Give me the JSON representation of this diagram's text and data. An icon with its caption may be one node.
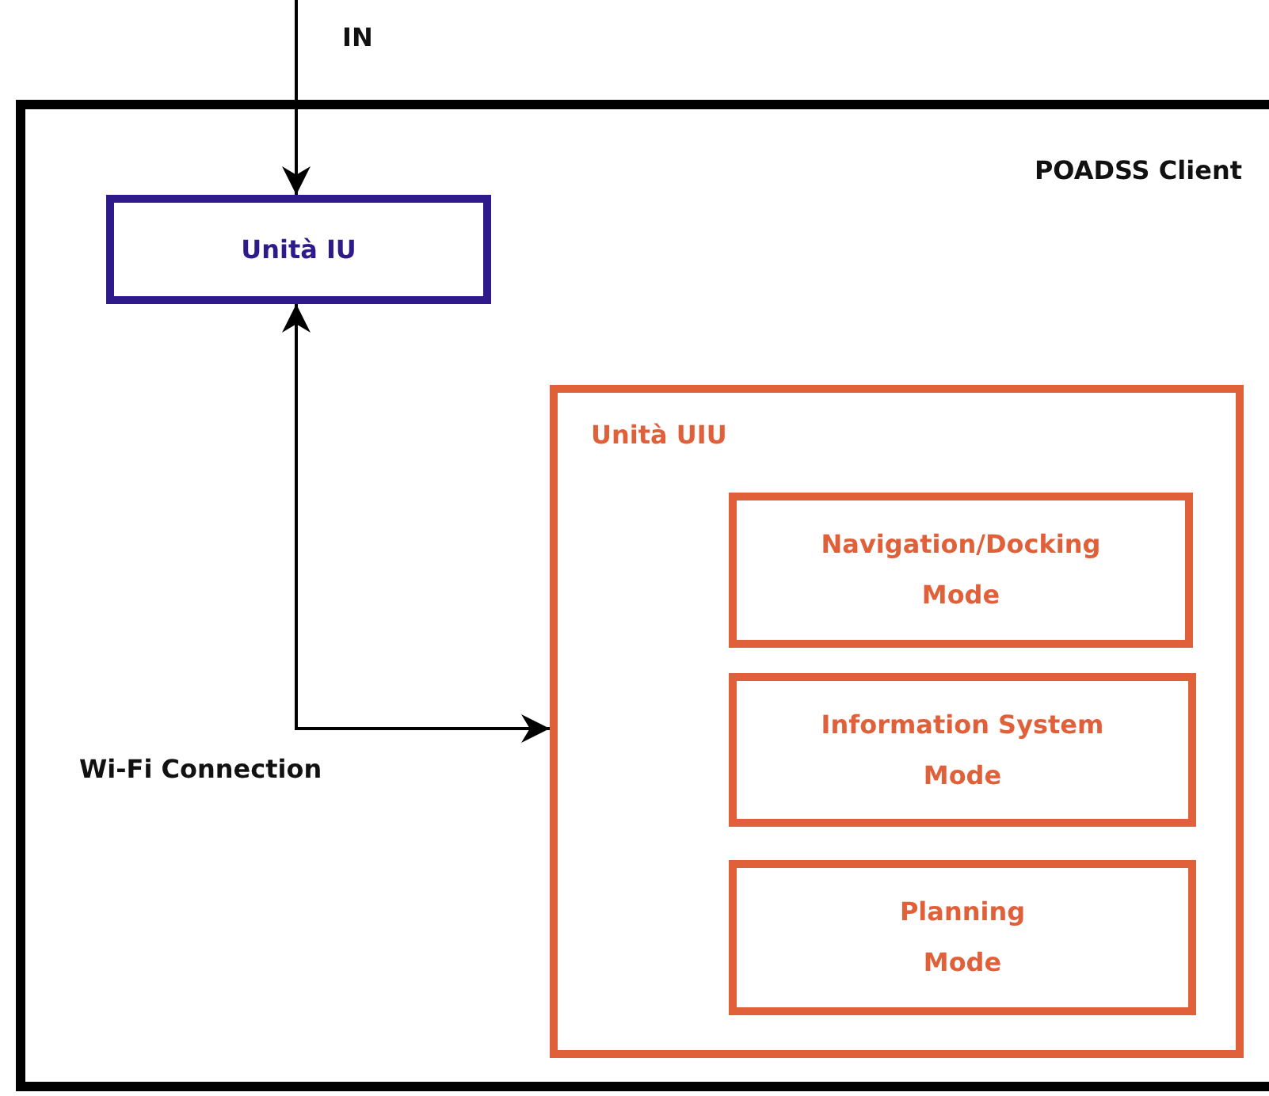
{
  "diagram": {
    "nodes": [
      {
        "text": [
          "POADSS Client"
        ]
      },
      {
        "text": [
          "Unità IU"
        ],
        "in": 0
      },
      {
        "text": [
          "Unità UIU"
        ],
        "in": 0
      },
      {
        "text": [
          "Navigation/Docking Mode"
        ],
        "in": 2
      },
      {
        "text": [
          "Information System Mode"
        ],
        "in": 2
      },
      {
        "text": [
          "Planning Mode"
        ],
        "in": 2
      }
    ],
    "edges": [
      {
        "from": null,
        "to": 1,
        "arrow": "to",
        "label": "IN"
      },
      {
        "from": 1,
        "to": 2,
        "arrow": "both",
        "label": "Wi-Fi Connection"
      }
    ]
  }
}
